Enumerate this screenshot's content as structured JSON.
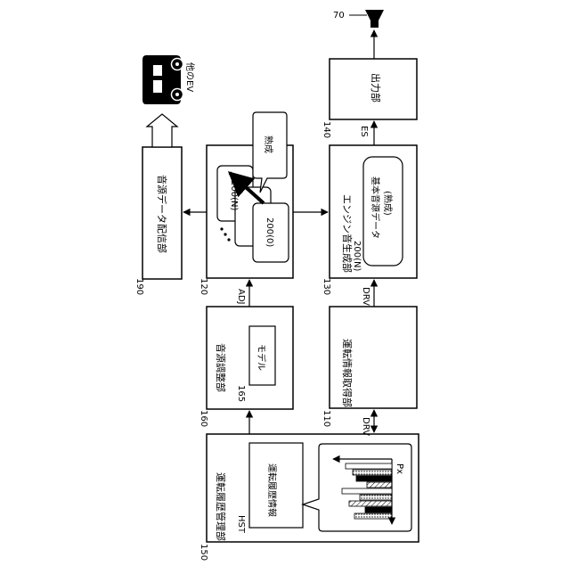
{
  "blocks": {
    "history_manager": {
      "ref": "150",
      "title": "運転履歴管理部",
      "inner_ref": "HST",
      "inner_label": "運転履歴情報",
      "chart_axis": "Px"
    },
    "sound_adjuster": {
      "ref": "160",
      "title": "音源調整部",
      "inner_ref": "165",
      "inner_label": "モデル"
    },
    "drive_info": {
      "ref": "110",
      "title": "運転情報取得部"
    },
    "source_block": {
      "ref": "120",
      "top_card": "200(N)",
      "bottom_card": "200(0)",
      "balloon": "熟成"
    },
    "engine_gen": {
      "ref": "130",
      "title": "エンジン音生成部",
      "inner_ref": "200(N)",
      "inner_line1": "基本音源データ",
      "inner_line2": "(熟成)"
    },
    "distributor": {
      "ref": "190",
      "title": "音源データ配信部"
    },
    "output": {
      "ref": "140",
      "title": "出力部"
    }
  },
  "signals": {
    "adj": "ADJ",
    "drv_upper": "DRV",
    "drv_lower": "DRV",
    "es": "ES"
  },
  "speaker": {
    "ref": "70"
  },
  "other_ev": {
    "label": "他のEV"
  }
}
